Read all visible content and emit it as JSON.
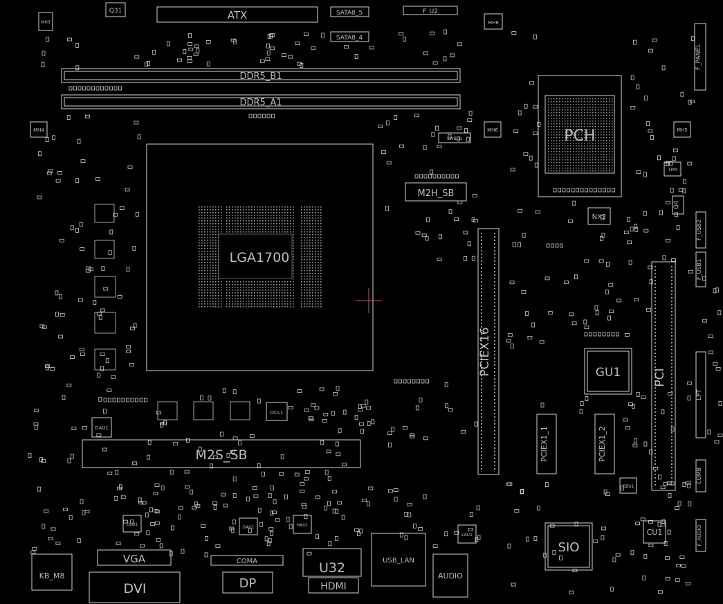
{
  "colors": {
    "background": "#000000",
    "outline": "#d4d4d4",
    "label": "#bdbdbd",
    "crosshair": "#c06060"
  },
  "labels": {
    "atx": "ATX",
    "sata5": "SATA8_5",
    "sata4": "SATA8_4",
    "fu2": "F_U2",
    "mh8": "MH8",
    "q31": "Q31",
    "mh3": "MH3",
    "ddr5_b1": "DDR5_B1",
    "ddr5_a1": "DDR5_A1",
    "mh4": "MH4",
    "mh6": "MH6",
    "mh5": "MH5",
    "lga": "LGA1700",
    "m2h_sb": "M2H_SB",
    "pch": "PCH",
    "nx2": "NX2",
    "pciex16": "PCIEX16",
    "gu1": "GU1",
    "pci": "PCI",
    "pciex1_1": "PCIEX1_1",
    "pciex1_2": "PCIEX1_2",
    "dcl1": "DCL1",
    "m2s_sb": "M2S_SB",
    "sio": "SIO",
    "cu1": "CU1",
    "kb_m8": "KB_M8",
    "vga": "VGA",
    "dvi": "DVI",
    "coma": "COMA",
    "dp": "DP",
    "u32": "U32",
    "hdmi": "HDMI",
    "usb_lan": "USB_LAN",
    "audio": "AUDIO",
    "f_panel": "F_PANEL",
    "f_usb2": "F_USB2",
    "f_usb1": "F_USB1",
    "lpt": "LPT",
    "comb": "COMB",
    "f_audio": "F_AUDIO",
    "q4": "Q4",
    "tpm": "TPM",
    "dau1": "DAU1",
    "lau1": "LAU1",
    "gbu1": "GBU1",
    "swbu1": "SWBU1",
    "hau1": "HAU1",
    "gau1": "GAU1",
    "ecu1": "ECU1"
  }
}
